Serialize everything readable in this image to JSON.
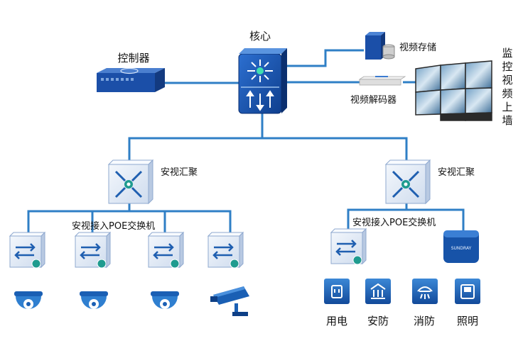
{
  "nodes": {
    "core": {
      "label": "核心"
    },
    "controller": {
      "label": "控制器"
    },
    "storage": {
      "label": "视频存储"
    },
    "decoder": {
      "label": "视频解码器"
    },
    "videowall": {
      "label": "监控视频上墙"
    },
    "agg_left": {
      "label": "安视汇聚"
    },
    "agg_right": {
      "label": "安视汇聚"
    },
    "access_left": {
      "label": "安视接入POE交换机"
    },
    "access_right": {
      "label": "安视接入POE交换机"
    },
    "gateway": {
      "brand": "SUNDRAY"
    }
  },
  "terminals": [
    {
      "label": "用电"
    },
    {
      "label": "安防"
    },
    {
      "label": "消防"
    },
    {
      "label": "照明"
    }
  ],
  "colors": {
    "link": "#2f7fc6",
    "device_blue": "#1f5fb0",
    "device_dark": "#173b86",
    "switch_face": "#e8f0f9",
    "teal": "#1f9b8f"
  }
}
